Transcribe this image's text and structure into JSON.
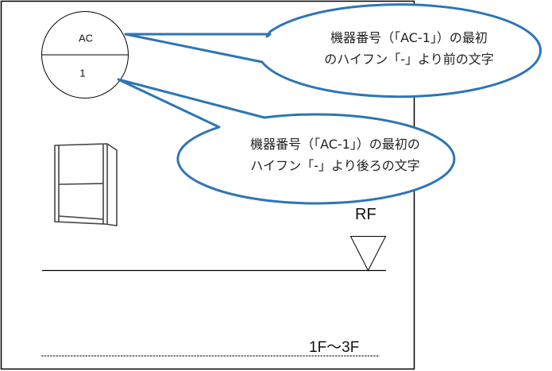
{
  "diagram": {
    "equipment_symbol": {
      "top_text": "AC",
      "bottom_text": "1"
    },
    "callouts": [
      {
        "id": "prefix",
        "lines": [
          "機器番号（「AC-1」）の最初",
          "のハイフン「-」より前の文字"
        ]
      },
      {
        "id": "suffix",
        "lines": [
          "機器番号（「AC-1」）の最初の",
          "ハイフン「-」より後ろの文字"
        ]
      }
    ],
    "floor_labels": {
      "roof": "RF",
      "range": "1F〜3F"
    },
    "colors": {
      "callout_stroke": "#2E75B6",
      "line": "#000000",
      "background": "#FFFFFF"
    }
  }
}
